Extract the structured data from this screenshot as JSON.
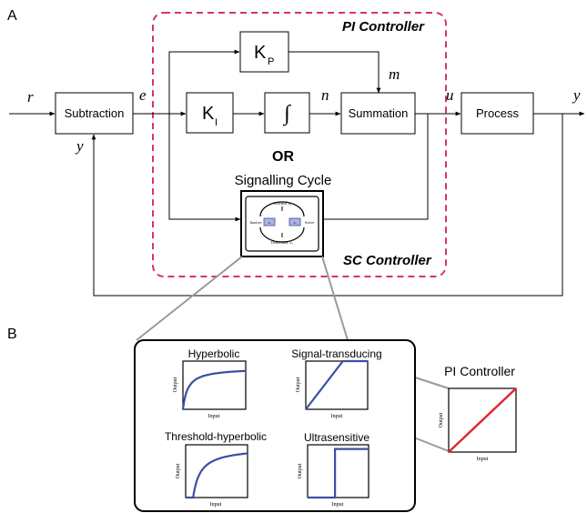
{
  "panel_a": {
    "label": "A",
    "pi_controller_label": "PI Controller",
    "sc_controller_label": "SC Controller",
    "blocks": {
      "subtraction": "Subtraction",
      "kp": "K",
      "kp_sub": "P",
      "ki": "K",
      "ki_sub": "I",
      "integral": "∫",
      "summation": "Summation",
      "process": "Process"
    },
    "signals": {
      "r": "r",
      "e": "e",
      "m": "m",
      "n": "n",
      "u": "u",
      "y_out": "y",
      "y_fb": "y"
    },
    "or_label": "OR",
    "signalling_cycle_label": "Signalling Cycle",
    "cycle": {
      "top": "Activator, x₁",
      "bottom": "Deactivator, x₂",
      "left": "Inactive",
      "right": "Active",
      "node_left": "Xᵢ",
      "node_right": "Xₐ"
    }
  },
  "panel_b": {
    "label": "B",
    "plots": [
      {
        "title": "Hyperbolic",
        "xlabel": "Input",
        "ylabel": "Output",
        "shape": "hyperbolic",
        "color": "#3b4fa3"
      },
      {
        "title": "Signal-transducing",
        "xlabel": "Input",
        "ylabel": "Output",
        "shape": "linear-saturating",
        "color": "#3b4fa3"
      },
      {
        "title": "Threshold-hyperbolic",
        "xlabel": "Input",
        "ylabel": "Output",
        "shape": "threshold-hyperbolic",
        "color": "#3b4fa3"
      },
      {
        "title": "Ultrasensitive",
        "xlabel": "Input",
        "ylabel": "Output",
        "shape": "step",
        "color": "#3b4fa3"
      }
    ],
    "pi_plot": {
      "title": "PI Controller",
      "xlabel": "Input",
      "ylabel": "Output",
      "shape": "linear",
      "color": "#e0252b"
    }
  },
  "colors": {
    "dashed_box": "#d6336c",
    "connector": "#999999",
    "curve": "#3b4fa3",
    "pi_line": "#e0252b"
  }
}
